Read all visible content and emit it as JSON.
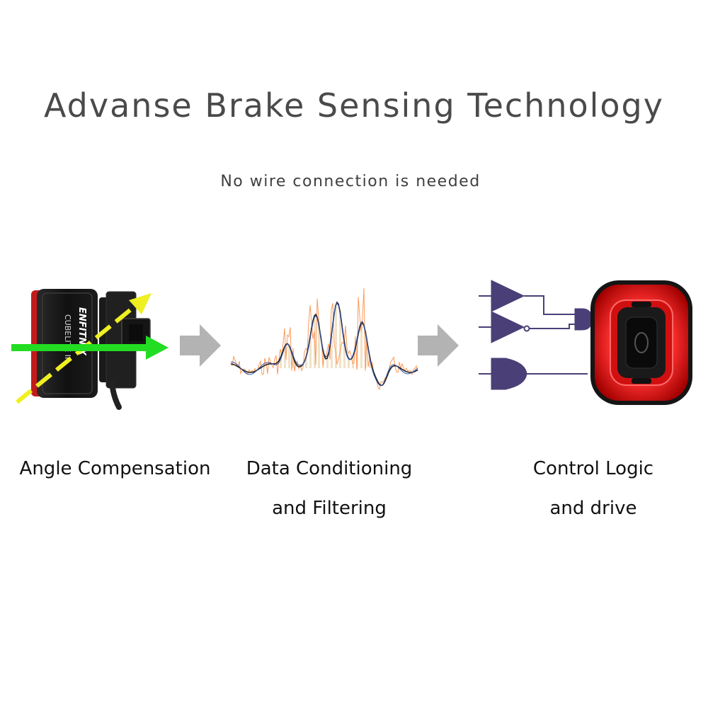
{
  "header": {
    "title": "Advanse Brake Sensing Technology",
    "subtitle": "No wire connection is needed"
  },
  "device": {
    "brand_text": "ENFITNIX",
    "model_text": "CUBELITE II"
  },
  "steps": [
    {
      "line1": "Angle Compensation",
      "line2": ""
    },
    {
      "line1": "Data Conditioning",
      "line2": "and Filtering"
    },
    {
      "line1": "Control Logic",
      "line2": "and drive"
    }
  ],
  "colors": {
    "title_text": "#4a4a4a",
    "arrow_gray": "#b3b3b3",
    "green_arrow": "#22dd22",
    "yellow_arrow": "#eef022",
    "logic_purple": "#4b3f78",
    "light_red": "#ff2a2a",
    "signal_orange": "#ff9a5a",
    "signal_smooth": "#222222"
  },
  "icons": [
    "process-arrow-icon",
    "logic-gate-icon",
    "tail-light-icon"
  ]
}
